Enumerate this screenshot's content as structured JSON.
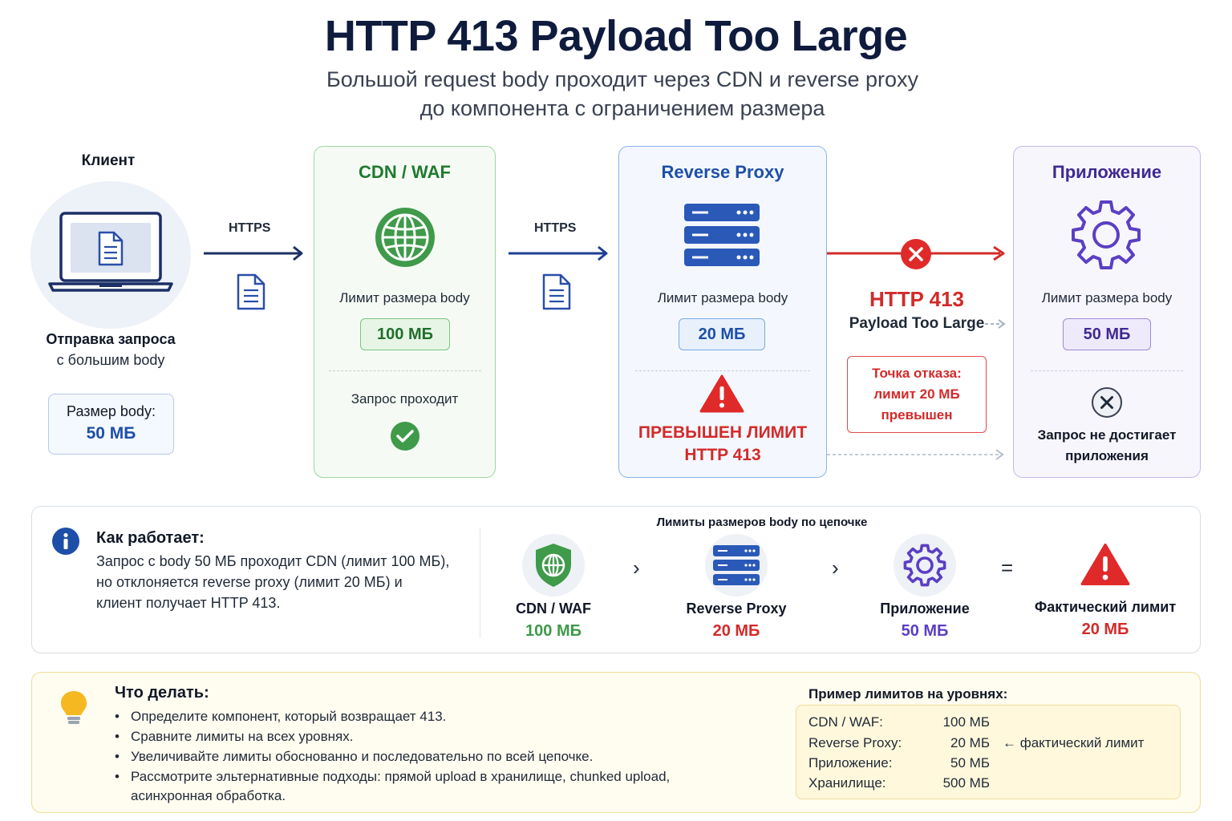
{
  "title": "HTTP 413 Payload Too Large",
  "subtitle": {
    "line1": "Большой request body проходит через CDN и reverse proxy",
    "line2": "до компонента с ограничением размера"
  },
  "client": {
    "title": "Клиент",
    "caption_line1": "Отправка запроса",
    "caption_line2": "с большим body",
    "size_label": "Размер body:",
    "size_value": "50 МБ"
  },
  "arrows": {
    "https_label_1": "HTTPS",
    "https_label_2": "HTTPS"
  },
  "cdn": {
    "title": "CDN / WAF",
    "limit_label": "Лимит размера body",
    "limit_value": "100 МБ",
    "status": "Запрос проходит"
  },
  "proxy": {
    "title": "Reverse Proxy",
    "limit_label": "Лимит размера body",
    "limit_value": "20 МБ",
    "exceeded_line1": "ПРЕВЫШЕН ЛИМИТ",
    "exceeded_line2": "HTTP 413"
  },
  "error": {
    "code": "HTTP 413",
    "text": "Payload Too Large",
    "failure_line1": "Точка отказа:",
    "failure_line2": "лимит 20 МБ",
    "failure_line3": "превышен"
  },
  "app": {
    "title": "Приложение",
    "limit_label": "Лимит размера body",
    "limit_value": "50 МБ",
    "status_line1": "Запрос не достигает",
    "status_line2": "приложения"
  },
  "how": {
    "title": "Как работает:",
    "line1": "Запрос с body 50 МБ проходит CDN (лимит 100 МБ),",
    "line2": "но отклоняется reverse proxy (лимит 20 МБ) и",
    "line3": "клиент получает HTTP 413.",
    "chain_title": "Лимиты размеров body по цепочке",
    "chain": [
      {
        "name": "CDN / WAF",
        "value": "100 МБ"
      },
      {
        "name": "Reverse Proxy",
        "value": "20 МБ"
      },
      {
        "name": "Приложение",
        "value": "50 МБ"
      },
      {
        "name": "Фактический лимит",
        "value": "20 МБ"
      }
    ],
    "sep_gt": "›",
    "sep_eq": "="
  },
  "todo": {
    "title": "Что делать:",
    "items": [
      "Определите компонент, который возвращает 413.",
      "Сравните лимиты на всех уровнях.",
      "Увеличивайте лимиты обоснованно и последовательно по всей цепочке.",
      "Рассмотрите эльтернативные подходы: прямой upload в хранилище, chunked upload,",
      "асинхронная обработка."
    ],
    "bullet": "•"
  },
  "levels": {
    "title": "Пример лимитов на уровнях:",
    "rows": [
      {
        "name": "CDN / WAF:",
        "value": "100 МБ"
      },
      {
        "name": "Reverse Proxy:",
        "value": "20 МБ"
      },
      {
        "name": "Приложение:",
        "value": "50 МБ"
      },
      {
        "name": "Хранилище:",
        "value": "500 МБ"
      }
    ],
    "note": "← фактический лимит"
  },
  "colors": {
    "navy": "#0f1b3d",
    "green": "#3f9a4a",
    "blue": "#1e4fa8",
    "purple": "#5b3fc4",
    "red": "#d32a2a"
  },
  "icons": [
    "laptop-icon",
    "document-icon",
    "globe-icon",
    "server-icon",
    "gear-icon",
    "check-icon",
    "warning-icon",
    "error-x-icon",
    "info-icon",
    "lightbulb-icon",
    "shield-globe-icon"
  ]
}
